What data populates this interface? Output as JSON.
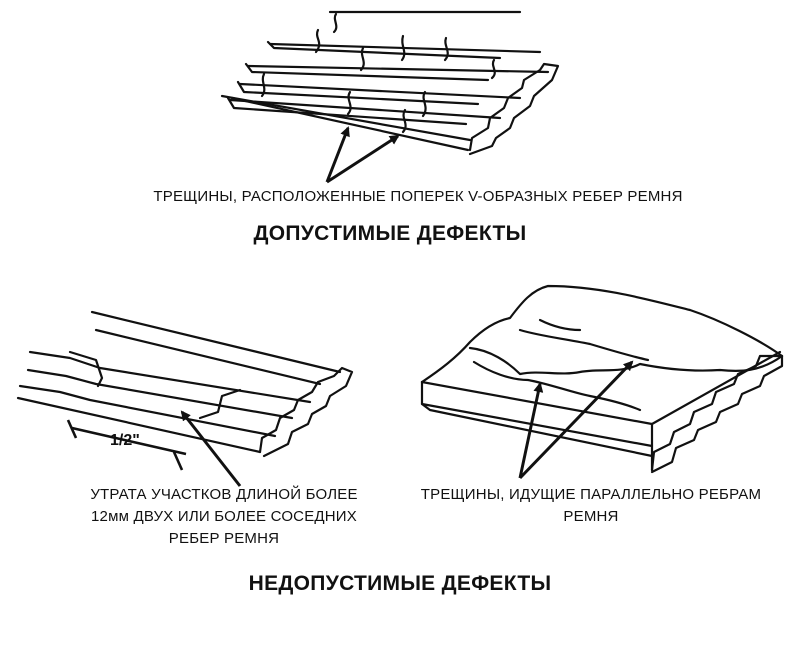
{
  "top_caption": "ТРЕЩИНЫ, РАСПОЛОЖЕННЫЕ ПОПЕРЕК V-ОБРАЗНЫХ РЕБЕР РЕМНЯ",
  "acceptable_heading": "ДОПУСТИМЫЕ ДЕФЕКТЫ",
  "left_caption": {
    "line1": "УТРАТА УЧАСТКОВ ДЛИНОЙ БОЛЕЕ",
    "line2": "12мм ДВУХ ИЛИ БОЛЕЕ СОСЕДНИХ",
    "line3": "РЕБЕР РЕМНЯ"
  },
  "right_caption": {
    "line1": "ТРЕЩИНЫ, ИДУЩИЕ ПАРАЛЛЕЛЬНО РЕБРАМ",
    "line2": "РЕМНЯ"
  },
  "dimension_label": "1/2\"",
  "unacceptable_heading": "НЕДОПУСТИМЫЕ ДЕФЕКТЫ"
}
